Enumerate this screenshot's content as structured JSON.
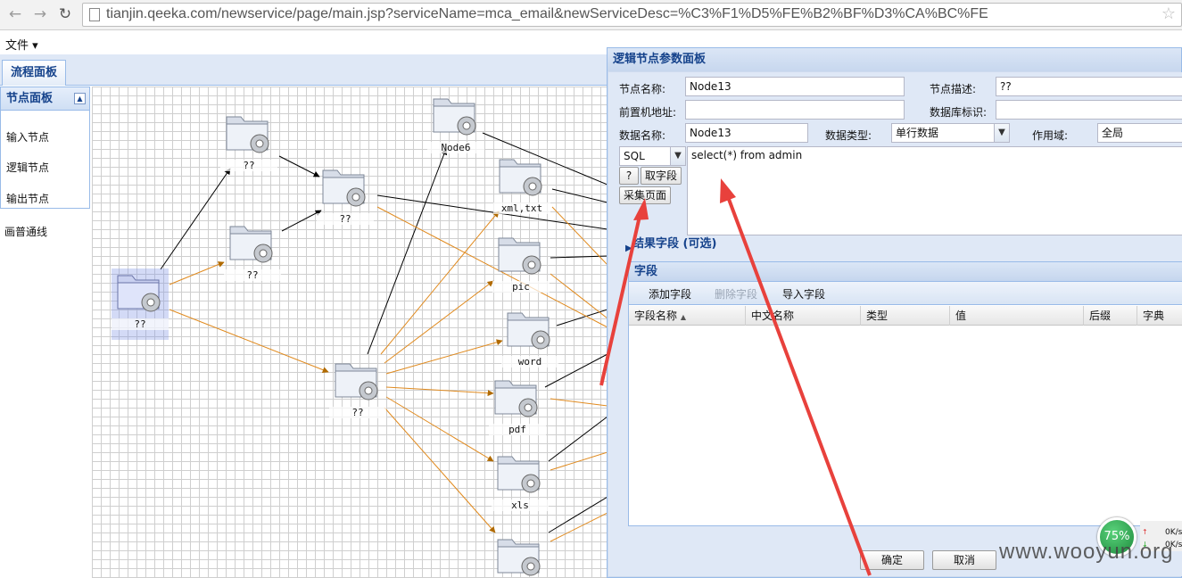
{
  "browser": {
    "url": "tianjin.qeeka.com/newservice/page/main.jsp?serviceName=mca_email&newServiceDesc=%C3%F1%D5%FE%B2%BF%D3%CA%BC%FE",
    "back_icon": "arrow-left-icon",
    "forward_icon": "arrow-right-icon",
    "reload_icon": "reload-icon"
  },
  "menu": {
    "file_label": "文件 ▾"
  },
  "tabs": [
    {
      "label": "流程面板"
    }
  ],
  "left_panel": {
    "title": "节点面板",
    "items": [
      {
        "label": "输入节点"
      },
      {
        "label": "逻辑节点"
      },
      {
        "label": "输出节点"
      }
    ],
    "draw_link_label": "画普通线"
  },
  "canvas": {
    "nodes": [
      {
        "label": "??"
      },
      {
        "label": "??"
      },
      {
        "label": "??"
      },
      {
        "label": "??"
      },
      {
        "label": "??"
      },
      {
        "label": "Node6"
      },
      {
        "label": "xml,txt"
      },
      {
        "label": "pic"
      },
      {
        "label": "word"
      },
      {
        "label": "pdf"
      },
      {
        "label": "xls"
      },
      {
        "label": ""
      }
    ]
  },
  "dialog": {
    "title": "逻辑节点参数面板",
    "node_name_label": "节点名称:",
    "node_name_value": "Node13",
    "node_desc_label": "节点描述:",
    "node_desc_value": "??",
    "frontend_addr_label": "前置机地址:",
    "frontend_addr_value": "",
    "db_id_label": "数据库标识:",
    "db_id_value": "",
    "data_name_label": "数据名称:",
    "data_name_value": "Node13",
    "data_type_label": "数据类型:",
    "data_type_value": "单行数据",
    "scope_label": "作用域:",
    "scope_value": "全局",
    "query_type_value": "SQL",
    "help_button": "?",
    "get_fields_button": "取字段",
    "collect_page_button": "采集页面",
    "sql_text": "select(*) from admin",
    "result_fields_label": "结果字段 (可选)",
    "fields_panel_title": "字段",
    "toolbar": {
      "add": "添加字段",
      "delete": "删除字段",
      "import": "导入字段"
    },
    "columns": [
      "字段名称",
      "中文名称",
      "类型",
      "值",
      "后缀",
      "字典"
    ],
    "ok_button": "确定",
    "cancel_button": "取消"
  },
  "overlay": {
    "speed_percent": "75%",
    "speed_up": "0K/s",
    "speed_down": "0K/s",
    "watermark": "www.wooyun.org",
    "annotation_color": "#e8413c"
  }
}
